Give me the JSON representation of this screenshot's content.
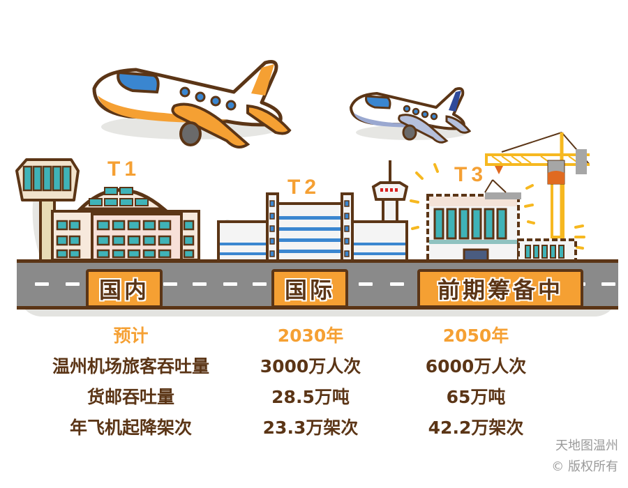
{
  "terminals": [
    {
      "label": "T1",
      "sign": "国内"
    },
    {
      "label": "T2",
      "sign": "国际"
    },
    {
      "label": "T3",
      "sign": "前期筹备中"
    }
  ],
  "table": {
    "headers": [
      "预计",
      "2030年",
      "2050年"
    ],
    "rows": [
      {
        "metric": "温州机场旅客吞吐量",
        "y2030": "3000万人次",
        "y2050": "6000万人次"
      },
      {
        "metric": "货邮吞吐量",
        "y2030": "28.5万吨",
        "y2050": "65万吨"
      },
      {
        "metric": "年飞机起降架次",
        "y2030": "23.3万架次",
        "y2050": "42.2万架次"
      }
    ]
  },
  "credit": {
    "line1": "天地图温州",
    "line2": "© 版权所有"
  },
  "colors": {
    "accent_orange": "#f5a033",
    "brown": "#5b3516",
    "road_gray": "#8a8a8a",
    "glass_teal": "#3fb3b8",
    "glass_blue": "#3a86d0",
    "crane_yellow": "#f6b820"
  }
}
